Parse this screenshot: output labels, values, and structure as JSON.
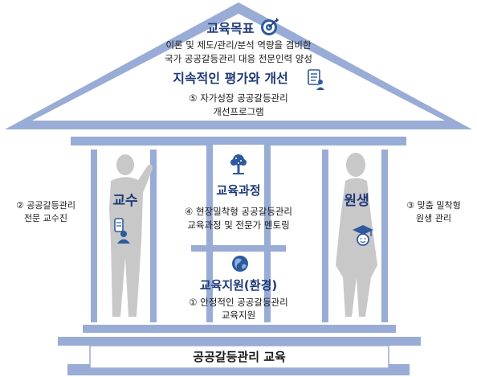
{
  "roof": {
    "goal_title": "교육목표",
    "goal_line1": "이론 및 제도/관리/분석 역량을 겸비한",
    "goal_line2": "국가 공공갈등관리 대응 전문인력 양성",
    "eval_title": "지속적인 평가와 개선",
    "eval_line1": "⑤ 자가성장 공공갈등관리",
    "eval_line2": "개선프로그램"
  },
  "left_pillar": {
    "figure_label": "교수",
    "desc_line1": "② 공공갈등관리",
    "desc_line2": "전문 교수진"
  },
  "center_pillar": {
    "curriculum_title": "교육과정",
    "curriculum_line1": "④ 현장밀착형 공공갈등관리",
    "curriculum_line2": "교육과정 및 전문가 멘토링",
    "support_title": "교육지원(환경)",
    "support_line1": "① 안정적인 공공갈등관리",
    "support_line2": "교육지원"
  },
  "right_pillar": {
    "figure_label": "원생",
    "desc_line1": "③ 맞춤 밀착형",
    "desc_line2": "원생 관리"
  },
  "foundation": {
    "label": "공공갈등관리 교육"
  },
  "colors": {
    "frame_blue": "#98acd6",
    "title_blue": "#1f3a78",
    "icon_blue": "#2e5a9c",
    "silhouette_gray": "#c8c8c8"
  },
  "icons": [
    "target-icon",
    "checklist-person-icon",
    "tree-icon",
    "globe-icon",
    "mobile-person-icon",
    "graduate-icon"
  ]
}
